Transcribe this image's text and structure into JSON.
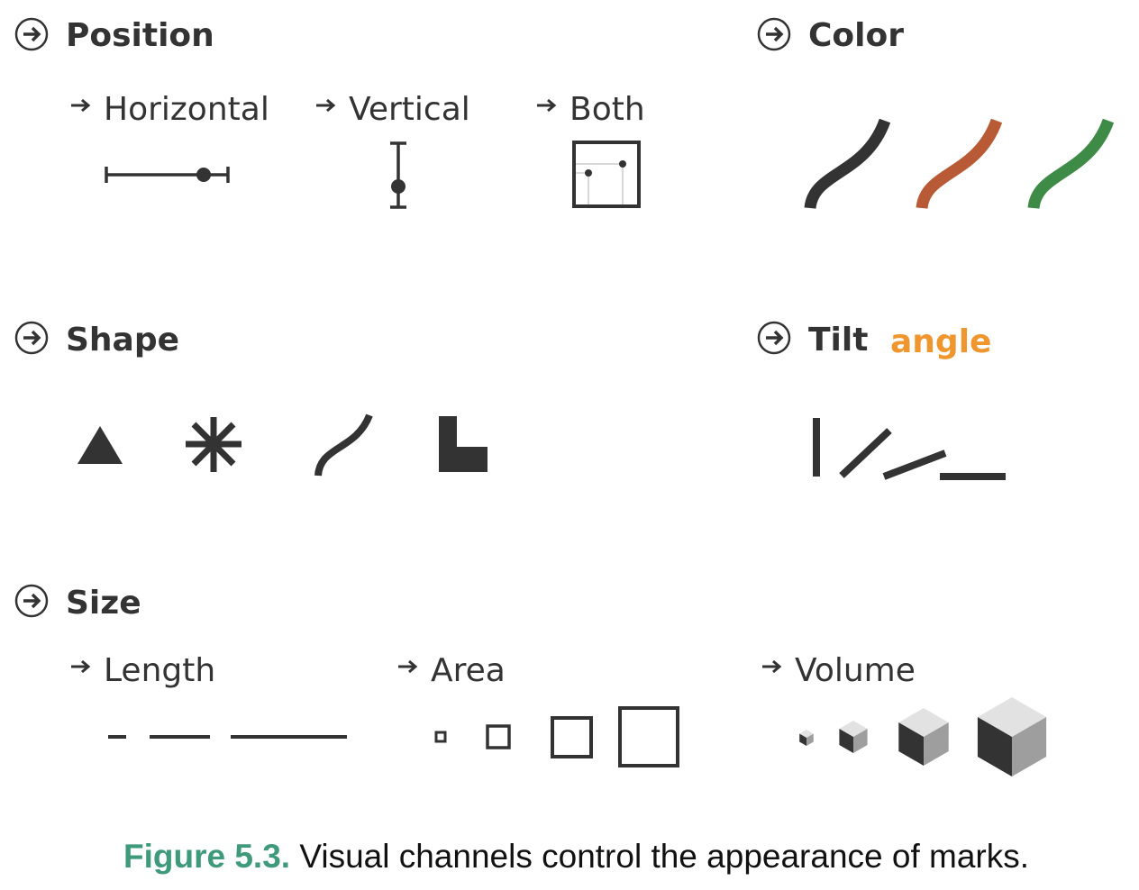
{
  "sections": {
    "position": {
      "title": "Position",
      "sub": [
        "Horizontal",
        "Vertical",
        "Both"
      ]
    },
    "color": {
      "title": "Color",
      "colors": [
        "#333333",
        "#b85a35",
        "#3e8a47"
      ]
    },
    "shape": {
      "title": "Shape"
    },
    "tilt": {
      "title": "Tilt",
      "annotation": "angle"
    },
    "size": {
      "title": "Size",
      "sub": [
        "Length",
        "Area",
        "Volume"
      ]
    }
  },
  "caption": {
    "label": "Figure 5.3.",
    "text": " Visual channels control the appearance of marks."
  }
}
